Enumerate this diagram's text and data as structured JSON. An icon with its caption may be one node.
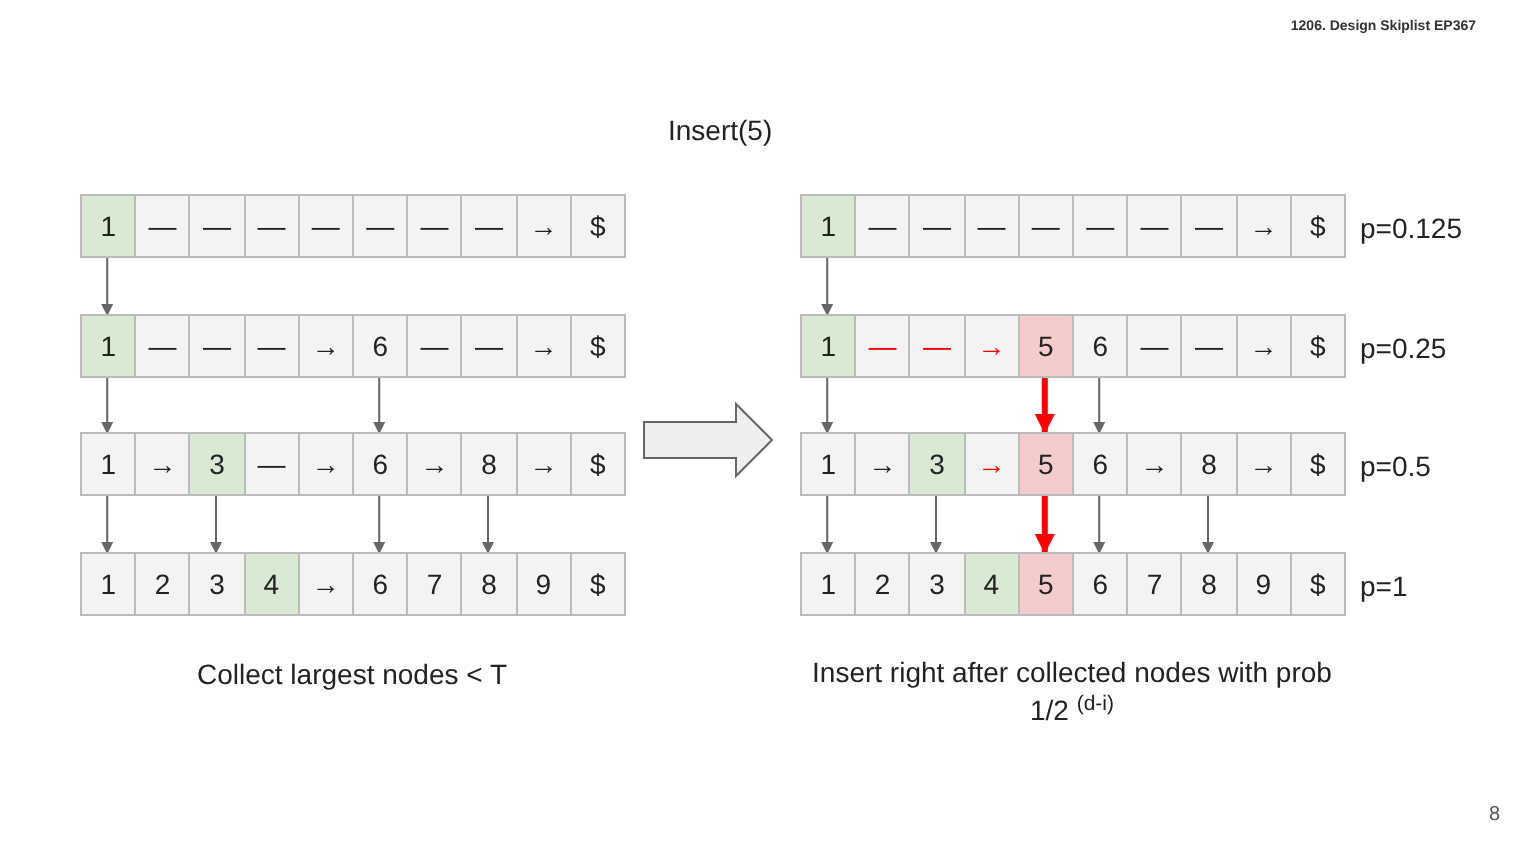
{
  "diagram": {
    "title": "Insert(5)",
    "nodes": [
      {
        "text": [
          "1"
        ]
      },
      {
        "text": [
          "—"
        ]
      },
      {
        "text": [
          "—"
        ]
      },
      {
        "text": [
          "—"
        ]
      },
      {
        "text": [
          "—"
        ]
      },
      {
        "text": [
          "—"
        ]
      },
      {
        "text": [
          "—"
        ]
      },
      {
        "text": [
          "—"
        ]
      },
      {
        "text": [
          "→"
        ]
      },
      {
        "text": [
          "$"
        ]
      },
      {
        "text": [
          "1"
        ]
      },
      {
        "text": [
          "—"
        ]
      },
      {
        "text": [
          "—"
        ]
      },
      {
        "text": [
          "—"
        ]
      },
      {
        "text": [
          "→"
        ]
      },
      {
        "text": [
          "6"
        ]
      },
      {
        "text": [
          "—"
        ]
      },
      {
        "text": [
          "—"
        ]
      },
      {
        "text": [
          "→"
        ]
      },
      {
        "text": [
          "$"
        ]
      },
      {
        "text": [
          "1"
        ]
      },
      {
        "text": [
          "→"
        ]
      },
      {
        "text": [
          "3"
        ]
      },
      {
        "text": [
          "—"
        ]
      },
      {
        "text": [
          "→"
        ]
      },
      {
        "text": [
          "6"
        ]
      },
      {
        "text": [
          "→"
        ]
      },
      {
        "text": [
          "8"
        ]
      },
      {
        "text": [
          "→"
        ]
      },
      {
        "text": [
          "$"
        ]
      },
      {
        "text": [
          "1"
        ]
      },
      {
        "text": [
          "2"
        ]
      },
      {
        "text": [
          "3"
        ]
      },
      {
        "text": [
          "4"
        ]
      },
      {
        "text": [
          "→"
        ]
      },
      {
        "text": [
          "6"
        ]
      },
      {
        "text": [
          "7"
        ]
      },
      {
        "text": [
          "8"
        ]
      },
      {
        "text": [
          "9"
        ]
      },
      {
        "text": [
          "$"
        ]
      },
      {
        "text": [
          "1"
        ]
      },
      {
        "text": [
          "—"
        ]
      },
      {
        "text": [
          "—"
        ]
      },
      {
        "text": [
          "—"
        ]
      },
      {
        "text": [
          "—"
        ]
      },
      {
        "text": [
          "—"
        ]
      },
      {
        "text": [
          "—"
        ]
      },
      {
        "text": [
          "—"
        ]
      },
      {
        "text": [
          "→"
        ]
      },
      {
        "text": [
          "$"
        ]
      },
      {
        "text": [
          "1"
        ]
      },
      {
        "text": [
          "—"
        ]
      },
      {
        "text": [
          "—"
        ]
      },
      {
        "text": [
          "→"
        ]
      },
      {
        "text": [
          "5"
        ]
      },
      {
        "text": [
          "6"
        ]
      },
      {
        "text": [
          "—"
        ]
      },
      {
        "text": [
          "—"
        ]
      },
      {
        "text": [
          "→"
        ]
      },
      {
        "text": [
          "$"
        ]
      },
      {
        "text": [
          "1"
        ]
      },
      {
        "text": [
          "→"
        ]
      },
      {
        "text": [
          "3"
        ]
      },
      {
        "text": [
          "→"
        ]
      },
      {
        "text": [
          "5"
        ]
      },
      {
        "text": [
          "6"
        ]
      },
      {
        "text": [
          "→"
        ]
      },
      {
        "text": [
          "8"
        ]
      },
      {
        "text": [
          "→"
        ]
      },
      {
        "text": [
          "$"
        ]
      },
      {
        "text": [
          "1"
        ]
      },
      {
        "text": [
          "2"
        ]
      },
      {
        "text": [
          "3"
        ]
      },
      {
        "text": [
          "4"
        ]
      },
      {
        "text": [
          "5"
        ]
      },
      {
        "text": [
          "6"
        ]
      },
      {
        "text": [
          "7"
        ]
      },
      {
        "text": [
          "8"
        ]
      },
      {
        "text": [
          "9"
        ]
      },
      {
        "text": [
          "$"
        ]
      }
    ],
    "edges": [
      {
        "from": 0,
        "to": 10,
        "arrow": "to"
      },
      {
        "from": 10,
        "to": 20,
        "arrow": "to"
      },
      {
        "from": 15,
        "to": 25,
        "arrow": "to"
      },
      {
        "from": 20,
        "to": 30,
        "arrow": "to"
      },
      {
        "from": 22,
        "to": 32,
        "arrow": "to"
      },
      {
        "from": 25,
        "to": 35,
        "arrow": "to"
      },
      {
        "from": 27,
        "to": 37,
        "arrow": "to"
      },
      {
        "from": 40,
        "to": 50,
        "arrow": "to"
      },
      {
        "from": 50,
        "to": 60,
        "arrow": "to"
      },
      {
        "from": 54,
        "to": 64,
        "arrow": "to",
        "style": "thick",
        "color": "#ff0000"
      },
      {
        "from": 55,
        "to": 65,
        "arrow": "to"
      },
      {
        "from": 60,
        "to": 70,
        "arrow": "to"
      },
      {
        "from": 62,
        "to": 72,
        "arrow": "to"
      },
      {
        "from": 64,
        "to": 74,
        "arrow": "to",
        "style": "thick",
        "color": "#ff0000"
      },
      {
        "from": 65,
        "to": 75,
        "arrow": "to"
      },
      {
        "from": 67,
        "to": 77,
        "arrow": "to"
      },
      {
        "from": 29,
        "to": 60,
        "arrow": "to",
        "style": "thick"
      }
    ],
    "labels": [
      "1206. Design Skiplist EP367",
      "p=0.125",
      "p=0.25",
      "p=0.5",
      "p=1",
      "Collect largest nodes < T",
      "Insert right after collected nodes with prob 1/2 $^{(d-i)}$",
      "8"
    ]
  }
}
